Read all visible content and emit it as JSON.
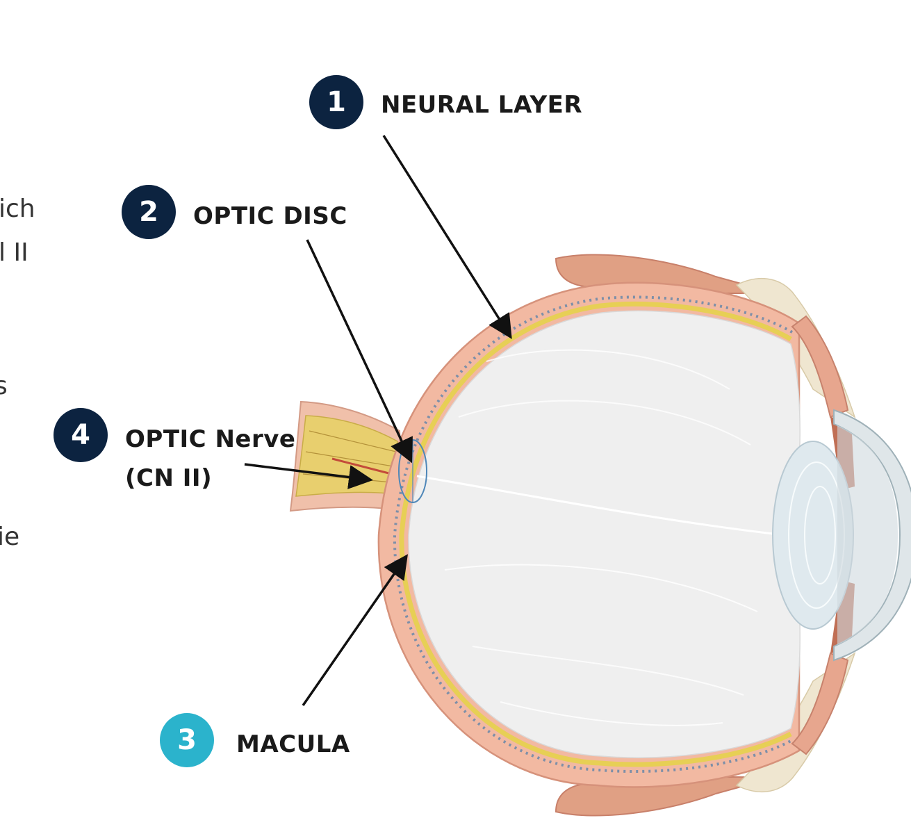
{
  "left_text_fragments": [
    "ich",
    "l II",
    "s",
    "ie"
  ],
  "callouts": [
    {
      "number": "1",
      "label": "NEURAL LAYER",
      "badge_color": "#0c2340"
    },
    {
      "number": "2",
      "label": "OPTIC DISC",
      "badge_color": "#0c2340"
    },
    {
      "number": "3",
      "label": "MACULA",
      "badge_color": "#2bb3cc"
    },
    {
      "number": "4",
      "label": "OPTIC Nerve",
      "label_line2": "(CN II)",
      "badge_color": "#0c2340"
    }
  ]
}
